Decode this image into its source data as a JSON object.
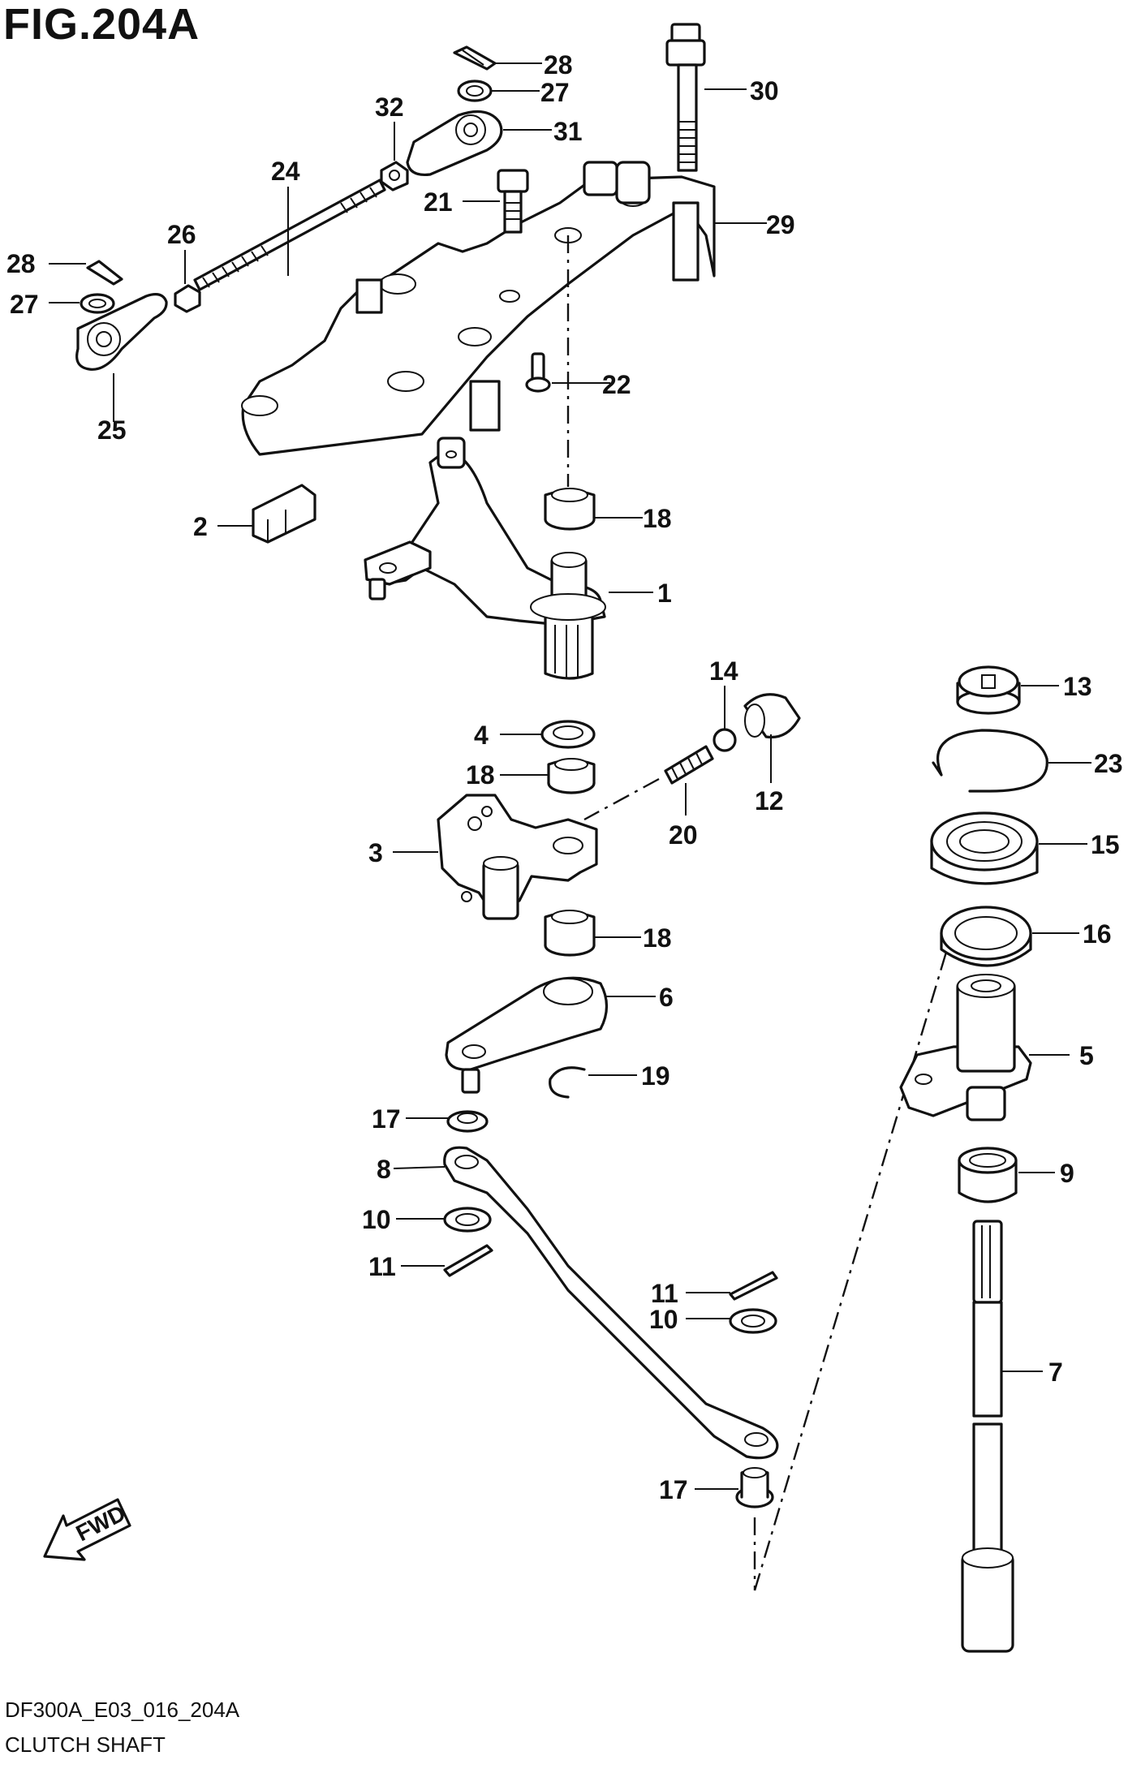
{
  "title": "FIG.204A",
  "footer": {
    "code": "DF300A_E03_016_204A",
    "name": "CLUTCH SHAFT"
  },
  "fwd_label": "FWD",
  "callouts": [
    {
      "id": "c28a",
      "text": "28"
    },
    {
      "id": "c27a",
      "text": "27"
    },
    {
      "id": "c30",
      "text": "30"
    },
    {
      "id": "c32",
      "text": "32"
    },
    {
      "id": "c31",
      "text": "31"
    },
    {
      "id": "c24",
      "text": "24"
    },
    {
      "id": "c21",
      "text": "21"
    },
    {
      "id": "c29",
      "text": "29"
    },
    {
      "id": "c26",
      "text": "26"
    },
    {
      "id": "c28b",
      "text": "28"
    },
    {
      "id": "c27b",
      "text": "27"
    },
    {
      "id": "c22",
      "text": "22"
    },
    {
      "id": "c25",
      "text": "25"
    },
    {
      "id": "c18a",
      "text": "18"
    },
    {
      "id": "c2",
      "text": "2"
    },
    {
      "id": "c1",
      "text": "1"
    },
    {
      "id": "c14",
      "text": "14"
    },
    {
      "id": "c13",
      "text": "13"
    },
    {
      "id": "c4",
      "text": "4"
    },
    {
      "id": "c23",
      "text": "23"
    },
    {
      "id": "c18b",
      "text": "18"
    },
    {
      "id": "c12",
      "text": "12"
    },
    {
      "id": "c20",
      "text": "20"
    },
    {
      "id": "c15",
      "text": "15"
    },
    {
      "id": "c3",
      "text": "3"
    },
    {
      "id": "c18c",
      "text": "18"
    },
    {
      "id": "c16",
      "text": "16"
    },
    {
      "id": "c6",
      "text": "6"
    },
    {
      "id": "c5",
      "text": "5"
    },
    {
      "id": "c19",
      "text": "19"
    },
    {
      "id": "c17a",
      "text": "17"
    },
    {
      "id": "c8",
      "text": "8"
    },
    {
      "id": "c9",
      "text": "9"
    },
    {
      "id": "c10a",
      "text": "10"
    },
    {
      "id": "c11a",
      "text": "11"
    },
    {
      "id": "c11b",
      "text": "11"
    },
    {
      "id": "c10b",
      "text": "10"
    },
    {
      "id": "c7",
      "text": "7"
    },
    {
      "id": "c17b",
      "text": "17"
    }
  ]
}
